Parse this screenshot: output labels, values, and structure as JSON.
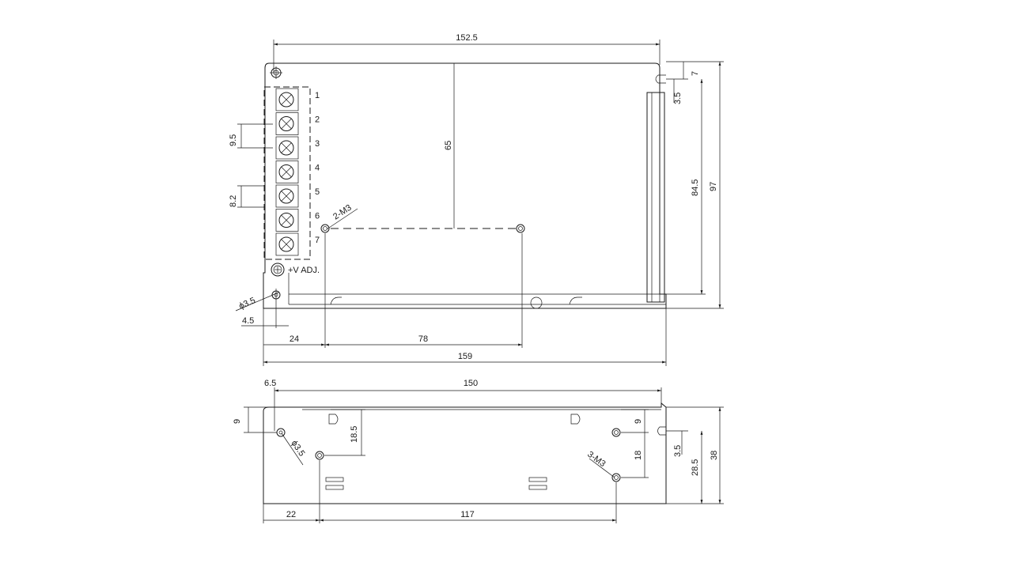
{
  "top_view": {
    "dims": {
      "overall_width_top": "152.5",
      "height_inner": "65",
      "top_edge": "7",
      "slot_offset": "3.5",
      "height_mid": "84.5",
      "height_total": "97",
      "terminal_pitch": "9.5",
      "terminal_width": "8.2",
      "mount_holes": "2-M3",
      "hole_dia": "ϕ3.5",
      "hole_offset": "4.5",
      "left_offset": "24",
      "hole_spacing": "78",
      "overall_width": "159"
    },
    "terminals": [
      "1",
      "2",
      "3",
      "4",
      "5",
      "6",
      "7"
    ],
    "adj_label": "+V ADJ."
  },
  "side_view": {
    "dims": {
      "left_offset_top": "6.5",
      "length": "150",
      "hole_height": "9",
      "hole_depth": "18.5",
      "hole_dia": "ϕ3.5",
      "right_hole_top": "9",
      "right_spacing": "18",
      "mount_holes": "3-M3",
      "slot_offset": "3.5",
      "height_mid": "28.5",
      "height_total": "38",
      "left_offset": "22",
      "hole_spacing": "117"
    }
  }
}
